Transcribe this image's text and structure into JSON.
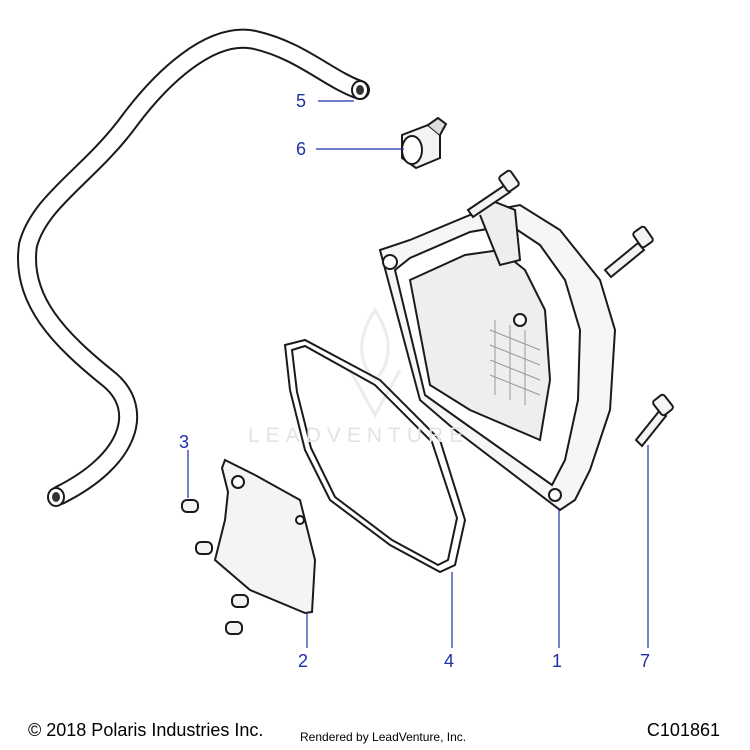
{
  "callouts": {
    "c1": "1",
    "c2": "2",
    "c3": "3",
    "c4": "4",
    "c5": "5",
    "c6": "6",
    "c7": "7"
  },
  "watermark": {
    "text": "LEADVENTURE"
  },
  "footer": {
    "copyright": "© 2018 Polaris Industries Inc.",
    "rendered_by": "Rendered by LeadVenture, Inc.",
    "diagram_code": "C101861"
  },
  "colors": {
    "callout": "#1f2fa8",
    "linework": "#1a1a1a",
    "fill": "#f4f4f4"
  }
}
